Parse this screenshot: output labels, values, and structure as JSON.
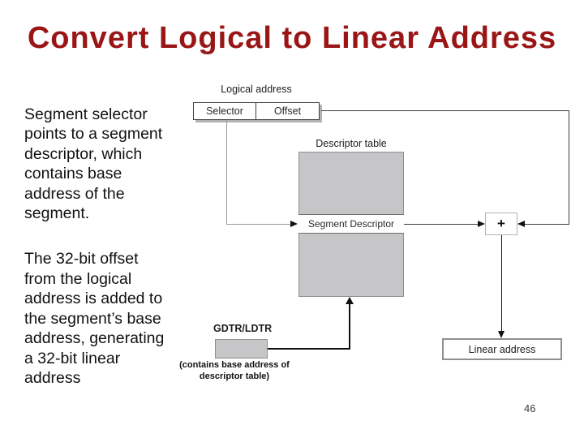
{
  "slide": {
    "title": "Convert Logical to Linear Address",
    "page_number": "46"
  },
  "body": {
    "paragraph1": "Segment selector\npoints to a segment\ndescriptor, which\ncontains base\naddress of the\nsegment.",
    "paragraph2": "The 32-bit offset\nfrom the logical\naddress is added to\nthe segment’s base\naddress, generating\na 32-bit linear\naddress"
  },
  "diagram": {
    "logical_address_label": "Logical address",
    "selector_label": "Selector",
    "offset_label": "Offset",
    "descriptor_table_label": "Descriptor table",
    "segment_descriptor_label": "Segment Descriptor",
    "plus_label": "+",
    "gdtr_label": "GDTR/LDTR",
    "gdtr_caption": "(contains base address of\ndescriptor table)",
    "linear_address_label": "Linear address"
  },
  "colors": {
    "title_red": "#9A1616",
    "table_fill": "#C6C6C8",
    "box_border": "#8F8F8F"
  }
}
